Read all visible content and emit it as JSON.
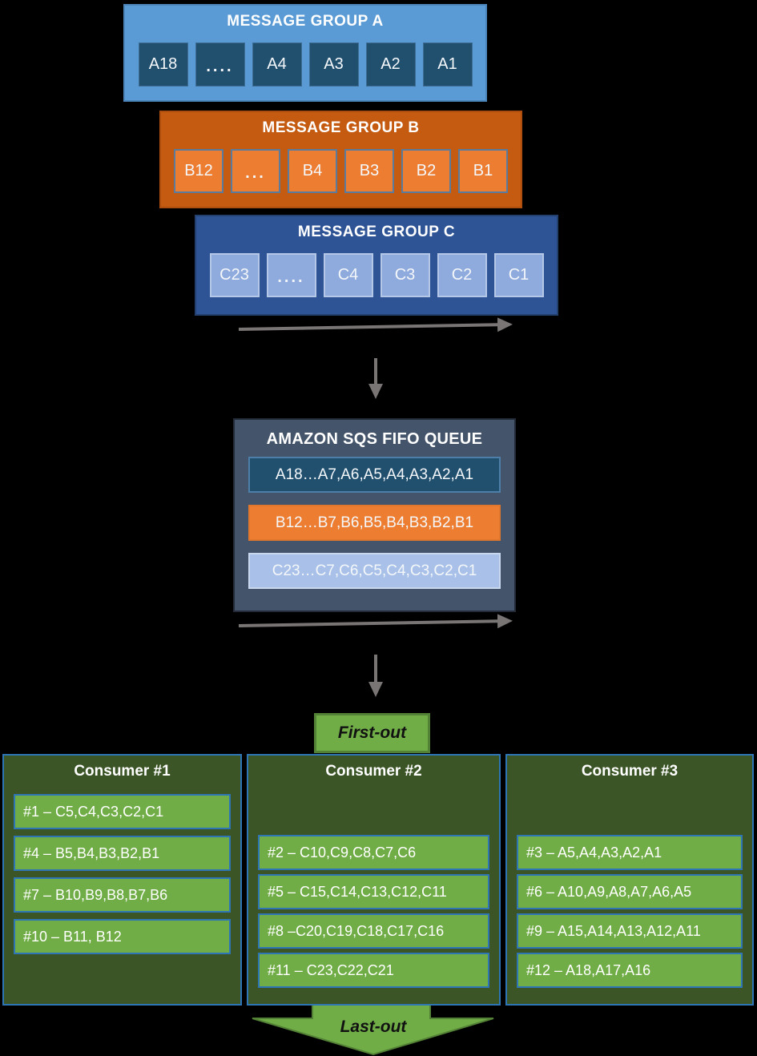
{
  "groups": [
    {
      "title": "MESSAGE GROUP A",
      "cells": [
        "A18",
        "....",
        "A4",
        "A3",
        "A2",
        "A1"
      ]
    },
    {
      "title": "MESSAGE GROUP B",
      "cells": [
        "B12",
        "...",
        "B4",
        "B3",
        "B2",
        "B1"
      ]
    },
    {
      "title": "MESSAGE GROUP C",
      "cells": [
        "C23",
        "....",
        "C4",
        "C3",
        "C2",
        "C1"
      ]
    }
  ],
  "queue": {
    "title": "AMAZON SQS FIFO QUEUE",
    "rows": [
      "A18…A7,A6,A5,A4,A3,A2,A1",
      "B12…B7,B6,B5,B4,B3,B2,B1",
      "C23…C7,C6,C5,C4,C3,C2,C1"
    ]
  },
  "flow": {
    "first_out": "First-out",
    "last_out": "Last-out"
  },
  "consumers": [
    {
      "title": "Consumer #1",
      "rows": [
        "#1 – C5,C4,C3,C2,C1",
        "#4 – B5,B4,B3,B2,B1",
        "#7 – B10,B9,B8,B7,B6",
        "#10 – B11, B12"
      ]
    },
    {
      "title": "Consumer #2",
      "rows": [
        "#2 – C10,C9,C8,C7,C6",
        "#5 – C15,C14,C13,C12,C11",
        "#8 –C20,C19,C18,C17,C16",
        "#11 – C23,C22,C21"
      ]
    },
    {
      "title": "Consumer #3",
      "rows": [
        "#3 – A5,A4,A3,A2,A1",
        "#6 – A10,A9,A8,A7,A6,A5",
        "#9 – A15,A14,A13,A12,A11",
        "#12 – A18,A17,A16"
      ]
    }
  ],
  "colors": {
    "background": "#000000",
    "group_a_fill": "#5B9BD5",
    "group_a_cell": "#21506F",
    "group_b_fill": "#C55A11",
    "group_b_cell": "#ED7D31",
    "group_c_fill": "#2F5496",
    "group_c_cell": "#8FAADC",
    "queue_fill": "#44546A",
    "consumer_fill": "#3B5526",
    "consumer_row": "#70AD47",
    "accent_green": "#70AD47",
    "green_border": "#538135",
    "arrow_gray": "#7A7575",
    "blue_border": "#2E75B6"
  }
}
